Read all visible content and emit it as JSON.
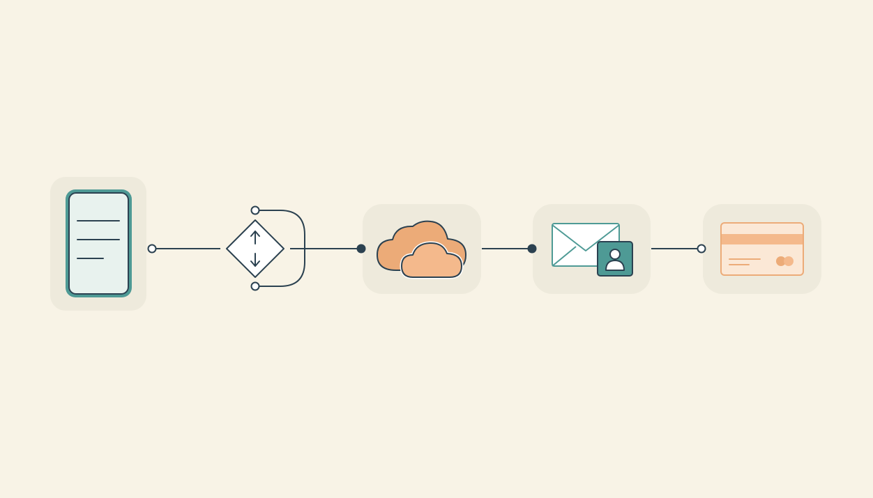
{
  "colors": {
    "background": "#f8f3e6",
    "tile": "#eeeadc",
    "ink": "#2b4150",
    "teal": "#4e9a95",
    "teal_fill": "#e8f2ee",
    "orange": "#ecab78",
    "orange_light": "#f4b98c",
    "card_fill": "#fbe8d6",
    "white": "#ffffff"
  },
  "nodes": [
    {
      "id": "phone",
      "icon": "smartphone-icon"
    },
    {
      "id": "decision",
      "icon": "decision-diamond-icon"
    },
    {
      "id": "cloud",
      "icon": "cloud-icon"
    },
    {
      "id": "email",
      "icon": "email-contact-icon"
    },
    {
      "id": "payment",
      "icon": "credit-card-icon"
    }
  ],
  "edges": [
    {
      "from": "phone",
      "to": "decision",
      "start": "open-circle",
      "end": "none"
    },
    {
      "from": "decision",
      "to": "cloud",
      "start": "none",
      "end": "filled-dot"
    },
    {
      "from": "cloud",
      "to": "email",
      "start": "none",
      "end": "filled-dot"
    },
    {
      "from": "email",
      "to": "payment",
      "start": "none",
      "end": "open-circle"
    }
  ]
}
